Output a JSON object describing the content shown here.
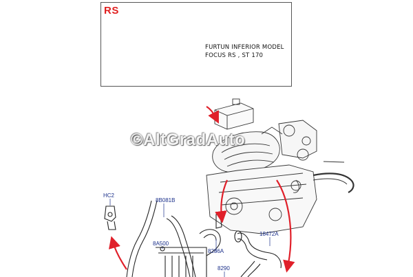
{
  "inset": {
    "tag": "RS",
    "note_line1": "FURTUN INFERIOR MODEL",
    "note_line2": "FOCUS RS , ST 170"
  },
  "watermark": "©AltGradAuto",
  "callouts": {
    "hc2": "HC2",
    "b081b": "8B081B",
    "a500": "8A500",
    "a286": "8286A",
    "p18472a": "18472A",
    "p8290": "8290"
  },
  "colors": {
    "arrow": "#e0202a",
    "callout_text": "#1a2f8a",
    "line": "#222222"
  }
}
